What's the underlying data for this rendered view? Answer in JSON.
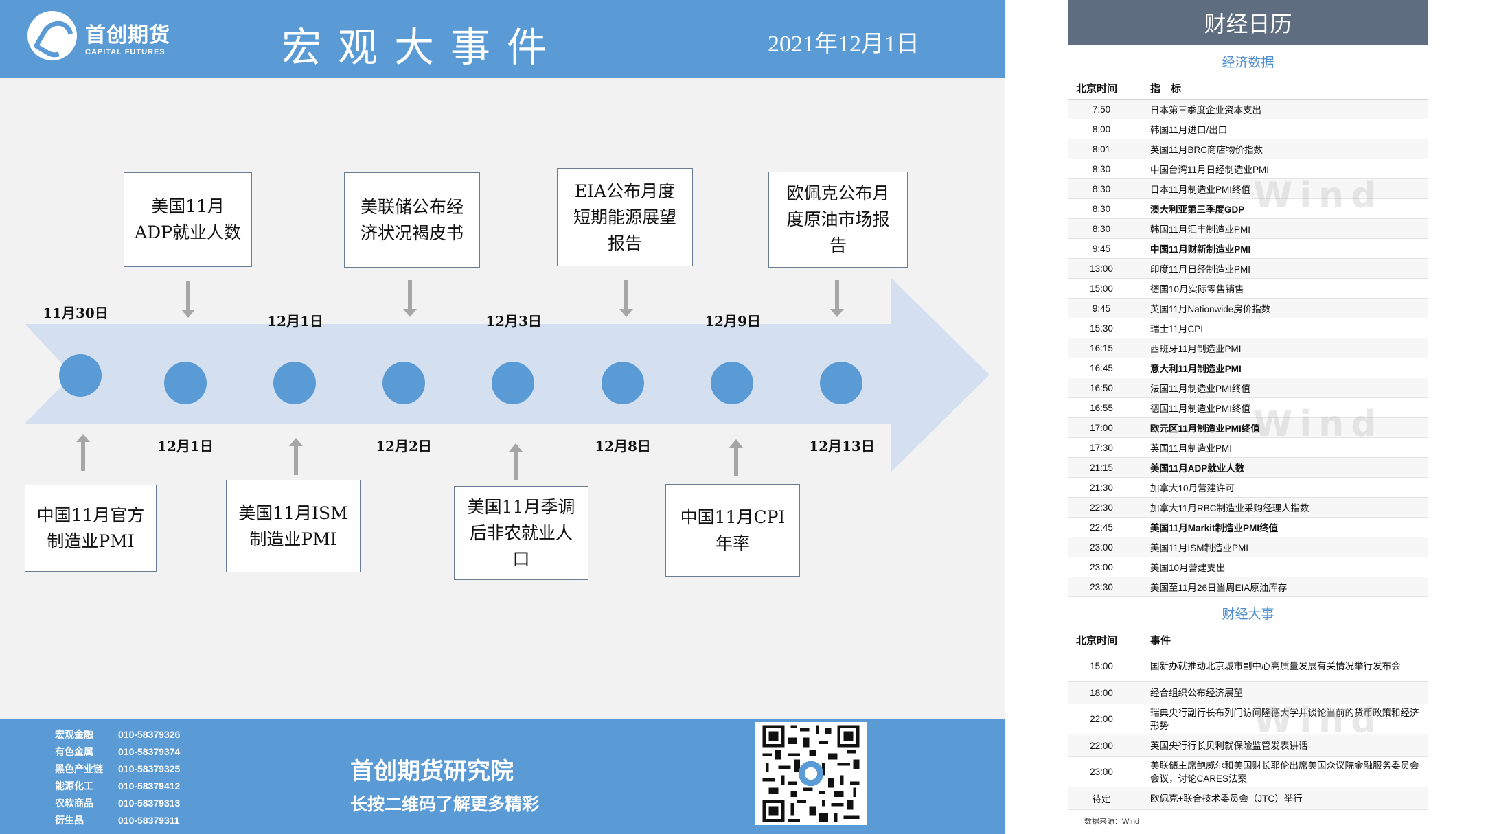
{
  "header": {
    "logo_cn": "首创期货",
    "logo_en": "CAPITAL FUTURES",
    "title": "宏观大事件",
    "date": "2021年12月1日"
  },
  "timeline": {
    "top_dates": [
      "11月30日",
      "12月1日",
      "12月3日",
      "12月9日"
    ],
    "bottom_dates": [
      "12月1日",
      "12月2日",
      "12月8日",
      "12月13日"
    ],
    "top_events": [
      "美国11月ADP就业人数",
      "美联储公布经济状况褐皮书",
      "EIA公布月度短期能源展望报告",
      "欧佩克公布月度原油市场报告"
    ],
    "bottom_events": [
      "中国11月官方制造业PMI",
      "美国11月ISM制造业PMI",
      "美国11月季调后非农就业人口",
      "中国11月CPI年率"
    ]
  },
  "footer": {
    "contacts": [
      {
        "dept": "宏观金融",
        "phone": "010-58379326"
      },
      {
        "dept": "有色金属",
        "phone": "010-58379374"
      },
      {
        "dept": "黑色产业链",
        "phone": "010-58379325"
      },
      {
        "dept": "能源化工",
        "phone": "010-58379412"
      },
      {
        "dept": "农软商品",
        "phone": "010-58379313"
      },
      {
        "dept": "衍生品",
        "phone": "010-58379311"
      }
    ],
    "institute": "首创期货研究院",
    "slogan": "长按二维码了解更多精彩"
  },
  "calendar": {
    "title": "财经日历",
    "econ_section": "经济数据",
    "col_time": "北京时间",
    "col_indicator": "指　标",
    "econ_rows": [
      {
        "time": "7:50",
        "name": "日本第三季度企业资本支出",
        "bold": false
      },
      {
        "time": "8:00",
        "name": "韩国11月进口/出口",
        "bold": false
      },
      {
        "time": "8:01",
        "name": "英国11月BRC商店物价指数",
        "bold": false
      },
      {
        "time": "8:30",
        "name": "中国台湾11月日经制造业PMI",
        "bold": false
      },
      {
        "time": "8:30",
        "name": "日本11月制造业PMI终值",
        "bold": false
      },
      {
        "time": "8:30",
        "name": "澳大利亚第三季度GDP",
        "bold": true
      },
      {
        "time": "8:30",
        "name": "韩国11月汇丰制造业PMI",
        "bold": false
      },
      {
        "time": "9:45",
        "name": "中国11月财新制造业PMI",
        "bold": true
      },
      {
        "time": "13:00",
        "name": "印度11月日经制造业PMI",
        "bold": false
      },
      {
        "time": "15:00",
        "name": "德国10月实际零售销售",
        "bold": false
      },
      {
        "time": "9:45",
        "name": "英国11月Nationwide房价指数",
        "bold": false
      },
      {
        "time": "15:30",
        "name": "瑞士11月CPI",
        "bold": false
      },
      {
        "time": "16:15",
        "name": "西班牙11月制造业PMI",
        "bold": false
      },
      {
        "time": "16:45",
        "name": "意大利11月制造业PMI",
        "bold": true
      },
      {
        "time": "16:50",
        "name": "法国11月制造业PMI终值",
        "bold": false
      },
      {
        "time": "16:55",
        "name": "德国11月制造业PMI终值",
        "bold": false
      },
      {
        "time": "17:00",
        "name": "欧元区11月制造业PMI终值",
        "bold": true
      },
      {
        "time": "17:30",
        "name": "英国11月制造业PMI",
        "bold": false
      },
      {
        "time": "21:15",
        "name": "美国11月ADP就业人数",
        "bold": true
      },
      {
        "time": "21:30",
        "name": "加拿大10月营建许可",
        "bold": false
      },
      {
        "time": "22:30",
        "name": "加拿大11月RBC制造业采购经理人指数",
        "bold": false
      },
      {
        "time": "22:45",
        "name": "美国11月Markit制造业PMI终值",
        "bold": true
      },
      {
        "time": "23:00",
        "name": "美国11月ISM制造业PMI",
        "bold": false
      },
      {
        "time": "23:00",
        "name": "美国10月营建支出",
        "bold": false
      },
      {
        "time": "23:30",
        "name": "美国至11月26日当周EIA原油库存",
        "bold": false
      }
    ],
    "events_section": "财经大事",
    "col_event": "事件",
    "event_rows": [
      {
        "time": "15:00",
        "name": "国新办就推动北京城市副中心高质量发展有关情况举行发布会"
      },
      {
        "time": "18:00",
        "name": "经合组织公布经济展望"
      },
      {
        "time": "22:00",
        "name": "瑞典央行副行长布列门访问隆德大学并谈论当前的货币政策和经济形势"
      },
      {
        "time": "22:00",
        "name": "英国央行行长贝利就保险监管发表讲话"
      },
      {
        "time": "23:00",
        "name": "美联储主席鲍威尔和美国财长耶伦出席美国众议院金融服务委员会会议，讨论CARES法案"
      },
      {
        "time": "待定",
        "name": "欧佩克+联合技术委员会（JTC）举行"
      }
    ],
    "source": "数据来源：Wind",
    "watermark": "Wind"
  }
}
